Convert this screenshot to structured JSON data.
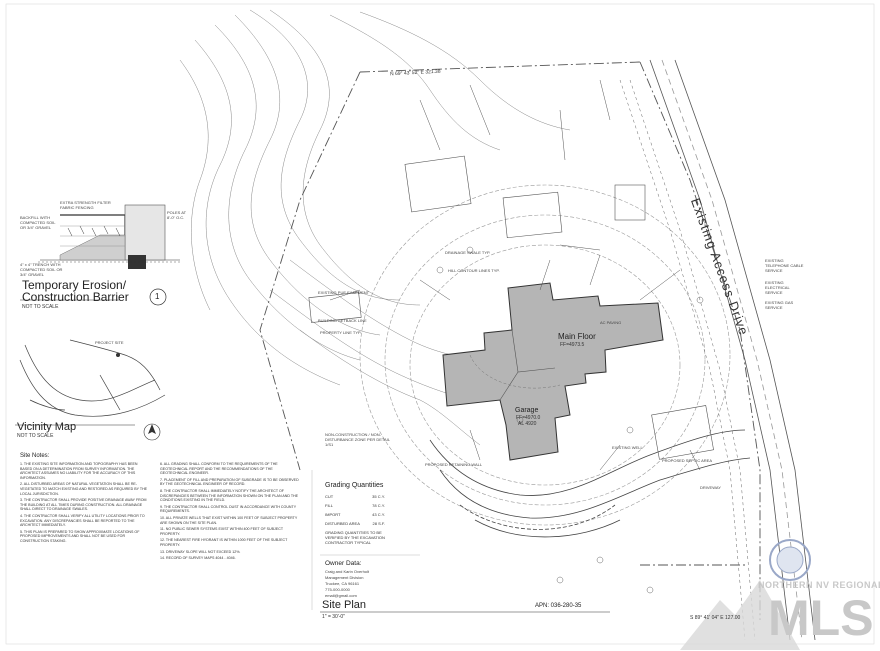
{
  "sheet": {
    "temporary_erosion_title_line1": "Temporary Erosion/",
    "temporary_erosion_title_line2": "Construction Barrier",
    "detail_number": "1",
    "detail_scale": "NOT TO SCALE",
    "vicinity_map_title": "Vicinity Map",
    "vicinity_scale": "NOT TO SCALE",
    "project_site_label": "PROJECT SITE",
    "site_notes_title": "Site Notes:",
    "site_plan_title": "Site Plan",
    "site_plan_scale": "1\" = 30'-0\"",
    "apn": "APN: 036-280-35",
    "access_drive": "Existing Access Drive",
    "bearing": "N 69° 43' 52\" E   321.38",
    "bearing2": "S 89° 41' 04\" E   127.00"
  },
  "erosion_detail": {
    "label_a": "EXTRA STRENGTH FILTER FABRIC FENCING",
    "label_b": "BACKFILL WITH COMPACTED SOIL OR 3/4\" GRAVEL",
    "label_c": "POLES AT 8'-0\" O.C.",
    "label_d": "4\" x 4\" TRENCH WITH COMPACTED SOIL OR 3/4\" GRAVEL"
  },
  "building": {
    "main_floor": "Main Floor",
    "main_floor_sub": "FF=4973.5",
    "garage": "Garage",
    "garage_sub": "FF=4970.0",
    "garage_sub2": "AL 4920"
  },
  "annotations": {
    "existing_pue": "EXISTING PUE EASEMENT",
    "drainage_swale": "DRAINAGE SWALE TYP.",
    "hill_contour": "HILL CONTOUR LINES TYP.",
    "building_setback": "BUILDING SETBACK LINE",
    "property_line": "PROPERTY LINE TYP.",
    "ac_paving": "AC PAVING",
    "telephone": "EXISTING TELEPHONE CABLE SERVICE",
    "electrical": "EXISTING ELECTRICAL SERVICE",
    "gas": "EXISTING GAS SERVICE",
    "well": "EXISTING WELL",
    "septic": "PROPOSED SEPTIC AREA",
    "non_construction": "NON-CONSTRUCTION / NON-DISTURBANCE ZONE PER DETAIL 1/S1",
    "retaining": "PROPOSED RETAINING WALL",
    "driveway": "DRIVEWAY"
  },
  "grading": {
    "title": "Grading Quantities",
    "rows": [
      {
        "label": "CUT",
        "value": "35 C.Y."
      },
      {
        "label": "FILL",
        "value": "78 C.Y."
      },
      {
        "label": "IMPORT",
        "value": "43 C.Y."
      },
      {
        "label": "DISTURBED AREA",
        "value": "28 S.F."
      }
    ],
    "note": "GRADING QUANTITIES TO BE VERIFIED BY THE EXCAVATION CONTRACTOR TYPICAL"
  },
  "owner": {
    "title": "Owner Data:",
    "line1": "Craig and Karin Overholt",
    "line2": "Management Division",
    "line3": "Truckee, CA 96161",
    "line4": "775-000-0000",
    "line5": "email@gmail.com"
  },
  "notes_left": [
    "1. THE EXISTING SITE INFORMATION AND TOPOGRAPHY HAS BEEN BASED ON A DETERMINATION FROM SURVEY INFORMATION. THE ARCHITECT ASSUMES NO LIABILITY FOR THE ACCURACY OF THIS INFORMATION.",
    "2. ALL DISTURBED AREAS OF NATURAL VEGETATION SHALL BE RE-VEGETATED TO MATCH EXISTING AND RESTORED AS REQUIRED BY THE LOCAL JURISDICTION.",
    "3. THE CONTRACTOR SHALL PROVIDE POSITIVE DRAINAGE AWAY FROM THE BUILDING AT ALL TIMES DURING CONSTRUCTION. ALL DRAINAGE SHALL DIRECT TO DRAINAGE SWALES.",
    "4. THE CONTRACTOR SHALL VERIFY ALL UTILITY LOCATIONS PRIOR TO EXCAVATION. ANY DISCREPANCIES SHALL BE REPORTED TO THE ARCHITECT IMMEDIATELY.",
    "5. THIS PLAN IS PREPARED TO SHOW APPROXIMATE LOCATIONS OF PROPOSED IMPROVEMENTS AND SHALL NOT BE USED FOR CONSTRUCTION STAKING."
  ],
  "notes_right": [
    "6. ALL GRADING SHALL CONFORM TO THE REQUIREMENTS OF THE GEOTECHNICAL REPORT AND THE RECOMMENDATIONS OF THE GEOTECHNICAL ENGINEER.",
    "7. PLACEMENT OF FILL AND PREPARATION OF SUBGRADE IS TO BE OBSERVED BY THE GEOTECHNICAL ENGINEER OF RECORD.",
    "8. THE CONTRACTOR SHALL IMMEDIATELY NOTIFY THE ARCHITECT OF DISCREPANCIES BETWEEN THE INFORMATION SHOWN ON THE PLAN AND THE CONDITIONS EXISTING IN THE FIELD.",
    "9. THE CONTRACTOR SHALL CONTROL DUST IN ACCORDANCE WITH COUNTY REQUIREMENTS.",
    "10. ALL PRIVATE WELLS THAT EXIST WITHIN 100 FEET OF SUBJECT PROPERTY ARE SHOWN ON THE SITE PLAN.",
    "11. NO PUBLIC SEWER SYSTEMS EXIST WITHIN 400 FEET OF SUBJECT PROPERTY.",
    "12. THE NEAREST FIRE HYDRANT IS WITHIN 1000 FEET OF THE SUBJECT PROPERTY.",
    "13. DRIVEWAY SLOPE WILL NOT EXCEED 12%.",
    "14. RECORD OF SURVEY MAPS 4044 - 4046."
  ],
  "watermark": {
    "line1": "NORTHERN NV REGIONAL",
    "line2": "MLS"
  }
}
